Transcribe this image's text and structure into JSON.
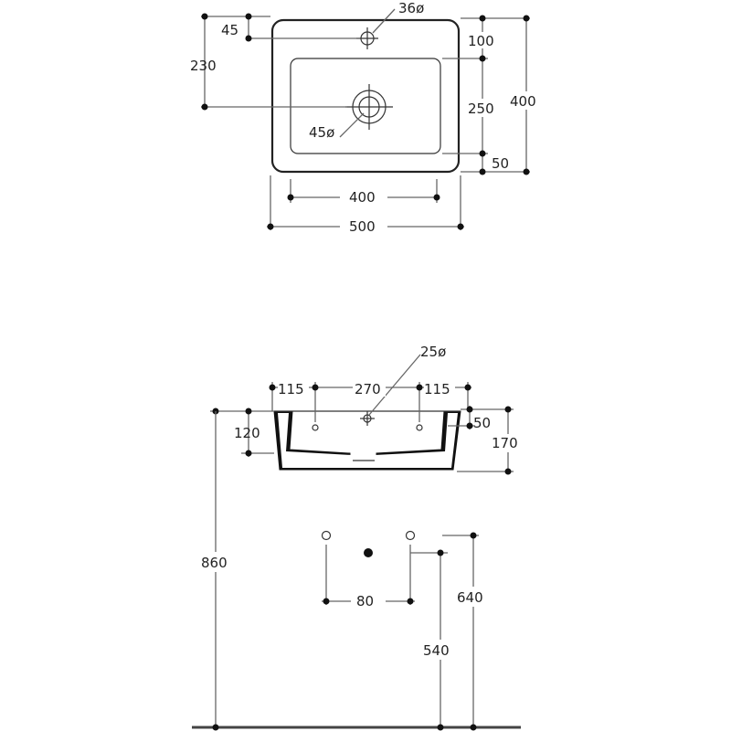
{
  "top_view": {
    "tap_hole": "36ø",
    "tap_offset": "45",
    "drain_offset": "230",
    "drain_hole": "45ø",
    "right_margin_top": "100",
    "basin_depth": "250",
    "right_margin_bottom": "50",
    "overall_depth": "400",
    "inner_width": "400",
    "overall_width": "500"
  },
  "front_view": {
    "waste_dia": "25ø",
    "left_offset": "115",
    "fixing_spacing": "270",
    "right_offset": "115",
    "fixing_height": "120",
    "rim_thickness": "50",
    "basin_height": "170"
  },
  "wall_view": {
    "rim_height": "860",
    "pipe_spacing": "80",
    "supply_height": "640",
    "waste_height": "540"
  }
}
